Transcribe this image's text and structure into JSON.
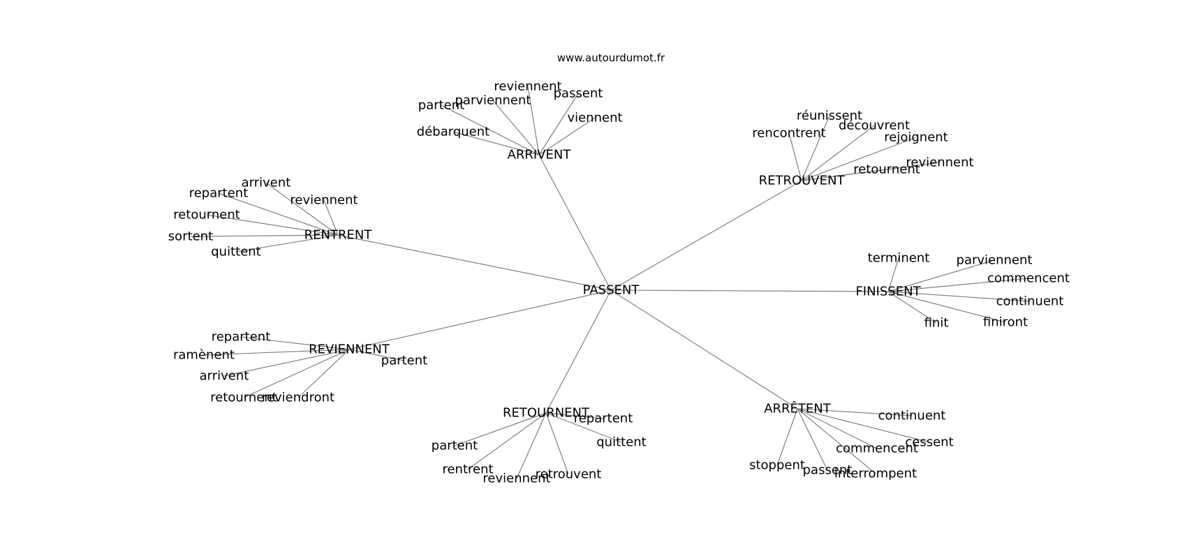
{
  "site": "www.autourdumot.fr",
  "center": "PASSENT",
  "clusters": [
    {
      "name": "ARRIVENT",
      "children": [
        "reviennent",
        "parviennent",
        "passent",
        "partent",
        "viennent",
        "débarquent"
      ]
    },
    {
      "name": "RETROUVENT",
      "children": [
        "réunissent",
        "découvrent",
        "rencontrent",
        "rejoignent",
        "reviennent",
        "retournent"
      ]
    },
    {
      "name": "RENTRENT",
      "children": [
        "arrivent",
        "repartent",
        "reviennent",
        "retournent",
        "sortent",
        "quittent"
      ]
    },
    {
      "name": "FINISSENT",
      "children": [
        "terminent",
        "parviennent",
        "commencent",
        "continuent",
        "finit",
        "finiront"
      ]
    },
    {
      "name": "REVIENNENT",
      "children": [
        "repartent",
        "ramènent",
        "partent",
        "arrivent",
        "retournent",
        "reviendront"
      ]
    },
    {
      "name": "RETOURNENT",
      "children": [
        "repartent",
        "quittent",
        "partent",
        "rentrent",
        "reviennent",
        "retrouvent"
      ]
    },
    {
      "name": "ARRÊTENT",
      "children": [
        "continuent",
        "cessent",
        "commencent",
        "stoppent",
        "passent",
        "interrompent"
      ]
    }
  ]
}
